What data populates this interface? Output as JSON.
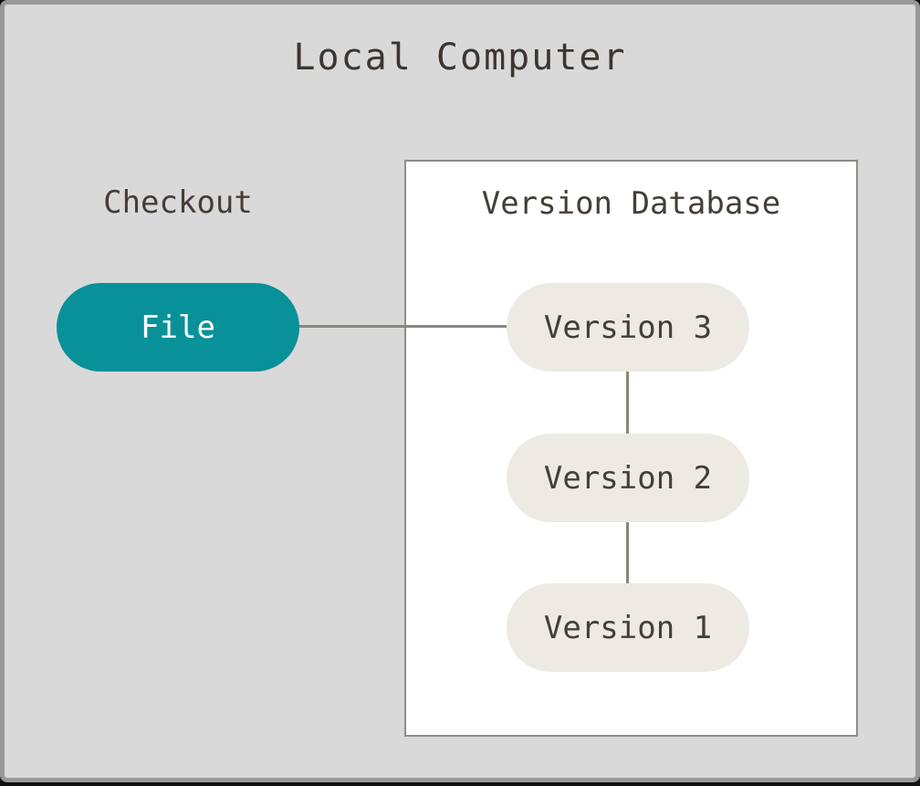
{
  "diagram": {
    "title": "Local Computer",
    "checkout_label": "Checkout",
    "file_node": {
      "label": "File"
    },
    "version_database": {
      "title": "Version Database",
      "versions": [
        {
          "label": "Version 3"
        },
        {
          "label": "Version 2"
        },
        {
          "label": "Version 1"
        }
      ]
    },
    "connections": [
      {
        "from": "File",
        "to": "Version 3",
        "direction": "horizontal"
      },
      {
        "from": "Version 3",
        "to": "Version 2",
        "direction": "vertical"
      },
      {
        "from": "Version 2",
        "to": "Version 1",
        "direction": "vertical"
      }
    ],
    "colors": {
      "page_background": "#d9d9d9",
      "outer_border": "#999999",
      "bottom_edge": "#111111",
      "file_pill_fill": "#089199",
      "file_pill_text": "#ffffff",
      "version_pill_fill": "#eceae2",
      "box_fill": "#ffffff",
      "box_border": "#8f8b86",
      "connector": "#8a8680",
      "text_dark": "#453e38",
      "title_text": "#3d3630"
    }
  }
}
